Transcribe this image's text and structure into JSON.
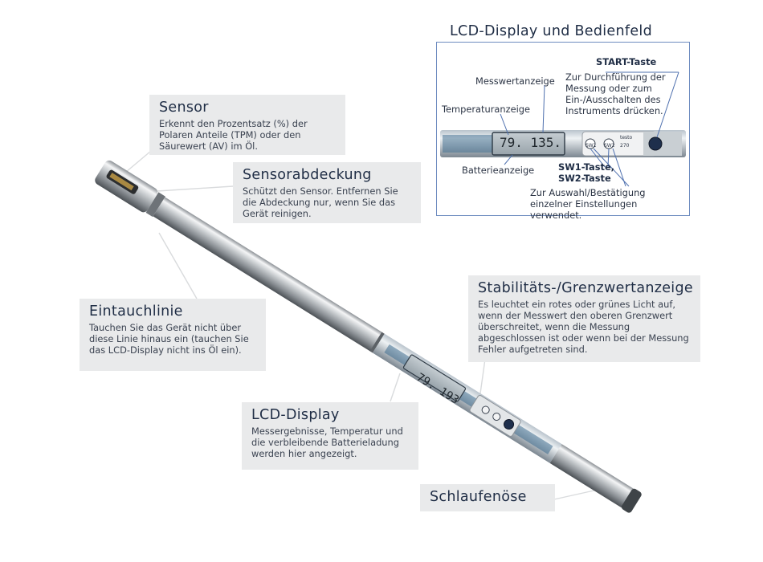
{
  "callouts": {
    "sensor": {
      "title": "Sensor",
      "text": "Erkennt den Prozentsatz (%) der Polaren Anteile (TPM) oder den Säurewert (AV) im Öl."
    },
    "cover": {
      "title": "Sensorabdeckung",
      "text": "Schützt den Sensor. Entfernen Sie die Abdeckung nur, wenn Sie das Gerät reinigen."
    },
    "immersion": {
      "title": "Eintauchlinie",
      "text": "Tauchen Sie das Gerät nicht über diese Linie hinaus ein (tauchen Sie das LCD-Display nicht ins Öl ein)."
    },
    "lcd": {
      "title": "LCD-Display",
      "text": "Messergebnisse, Temperatur und die verbleibende Batterieladung werden hier angezeigt."
    },
    "stability": {
      "title": "Stabilitäts-/Grenzwertanzeige",
      "text": "Es leuchtet ein rotes oder grünes Licht auf, wenn der Messwert den oberen Grenzwert überschreitet, wenn die Messung abgeschlossen ist oder wenn bei der Messung Fehler aufgetreten sind."
    },
    "loop": {
      "title": "Schlaufenöse"
    }
  },
  "inset": {
    "title": "LCD-Display und Bedienfeld",
    "start_title": "START-Taste",
    "start_text": "Zur Durchführung der Messung oder zum Ein-/Ausschalten des Instruments drücken.",
    "measure_label": "Messwertanzeige",
    "temp_label": "Temperaturanzeige",
    "battery_label": "Batterieanzeige",
    "sw_title_1": "SW1-Taste,",
    "sw_title_2": "SW2-Taste",
    "sw_text": "Zur Auswahl/Bestätigung einzelner Einstellungen verwendet.",
    "lcd_reading": "79. 135.",
    "btn_sw1": "SW1",
    "btn_sw2": "SW2",
    "brand": "testo",
    "model": "270"
  },
  "device": {
    "lcd_reading": "79. 193"
  },
  "colors": {
    "callout_bg": "#e9eaeb",
    "title": "#1f2d45",
    "inset_border": "#6e8cc0"
  }
}
